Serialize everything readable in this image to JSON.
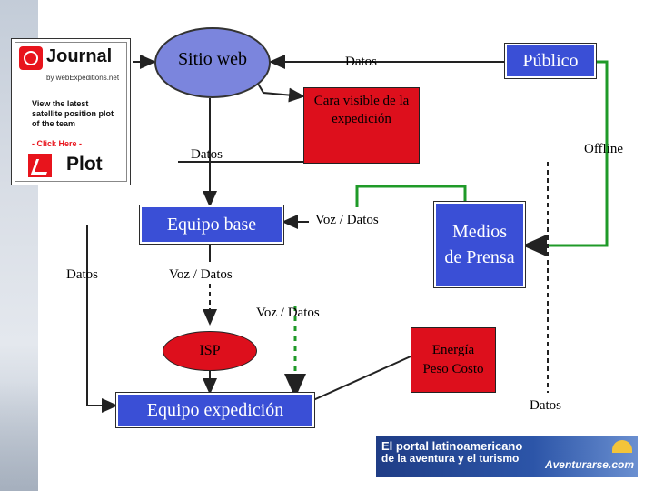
{
  "nodes": {
    "sitio_web": "Sitio web",
    "publico": "Público",
    "cara_visible": "Cara visible de la expedición",
    "equipo_base": "Equipo base",
    "medios_prensa": "Medios de Prensa",
    "isp": "ISP",
    "energia": "Energía Peso Costo",
    "equipo_expedicion": "Equipo expedición"
  },
  "labels": {
    "datos_top": "Datos",
    "offline": "Offline",
    "datos_mid": "Datos",
    "voz_datos_right": "Voz / Datos",
    "datos_left": "Datos",
    "voz_datos_left": "Voz / Datos",
    "voz_datos_center": "Voz / Datos",
    "datos_bottom": "Datos"
  },
  "xjournal": {
    "brand": "Journal",
    "by": "by webExpeditions.net",
    "desc": "View the latest satellite position plot of the team",
    "cta": "- Click Here -",
    "plot": "Plot"
  },
  "banner": {
    "line1": "El portal latinoamericano",
    "line2": "de la aventura y el turismo",
    "logo": "Aventurarse.com"
  },
  "colors": {
    "blue": "#3a4fd6",
    "red": "#dd0f1c",
    "green": "#1f9a28"
  }
}
